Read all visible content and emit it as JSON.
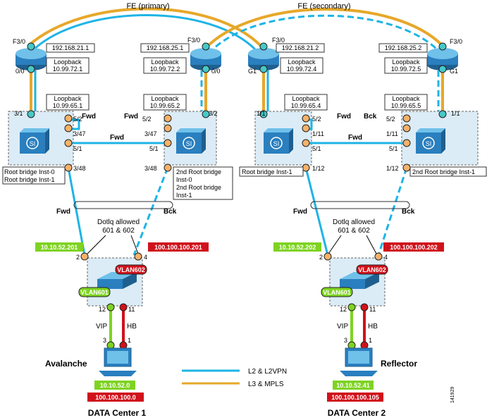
{
  "title_fe_primary": "FE (primary)",
  "title_fe_secondary": "FE (secondary)",
  "colors": {
    "l2": "#1eb4e6",
    "l3": "#e6a82a",
    "green": "#7ed321",
    "red": "#d0121b",
    "port": "#f4b26a",
    "router_teal": "#46c8c8",
    "switch_blue": "#5ab8e0"
  },
  "routers": [
    {
      "ip": "192.168.21.1",
      "lb_label": "Loopback",
      "lb_ip": "10.99.72.1",
      "port_top": "F3/0",
      "port_bottom": "0/0"
    },
    {
      "ip": "192.168.25.1",
      "lb_label": "Loopback",
      "lb_ip": "10.99.72.2",
      "port_top": "F3/0",
      "port_bottom": "0/0"
    },
    {
      "ip": "192.168.21.2",
      "lb_label": "Loopback",
      "lb_ip": "10.99.72.4",
      "port_top": "F3/0",
      "port_bottom": "G1"
    },
    {
      "ip": "192.168.25.2",
      "lb_label": "Loopback",
      "lb_ip": "10.99.72.5",
      "port_top": "F3/0",
      "port_bottom": "G1"
    }
  ],
  "switch_loopbacks": [
    {
      "label": "Loopback",
      "ip": "10.99.65.1"
    },
    {
      "label": "Loopback",
      "ip": "10.99.65.2"
    },
    {
      "label": "Loopback",
      "ip": "10.99.65.4"
    },
    {
      "label": "Loopback",
      "ip": "10.99.65.5"
    }
  ],
  "ports": {
    "s1": {
      "up": "3/1",
      "a": "5/2",
      "b": "3/47",
      "c": "5/1",
      "d": "3/48"
    },
    "s2": {
      "up": "3/2",
      "a": "5/2",
      "b": "3/47",
      "c": "5/1",
      "d": "3/48"
    },
    "s3": {
      "up": "1/1",
      "a": "5/2",
      "b": "1/11",
      "c": "5/1",
      "d": "1/12"
    },
    "s4": {
      "up": "1/1",
      "a": "5/2",
      "b": "1/11",
      "c": "5/1",
      "d": "1/12"
    }
  },
  "states": {
    "fwd": "Fwd",
    "bck": "Bck"
  },
  "root_bridge_dc1_left": [
    "Root bridge Inst-0",
    "Root bridge Inst-1"
  ],
  "root_bridge_dc1_right": [
    "2nd Root bridge",
    "Inst-0",
    "2nd Root bridge",
    "Inst-1"
  ],
  "root_bridge_dc2_left": "Root bridge Inst-1",
  "root_bridge_dc2_right": "2nd Root bridge Inst-1",
  "dotlq": [
    "Dotlq allowed",
    "601 & 602"
  ],
  "access": [
    {
      "ip_green": "10.10.52.201",
      "ip_red": "100.100.100.201",
      "p2": "2",
      "p4": "4",
      "vlan602": "VLAN602",
      "vlan601": "VLAN601",
      "p12": "12",
      "p11": "11",
      "vip": "VIP",
      "hb": "HB",
      "p3": "3",
      "p1": "1",
      "name": "Avalanche",
      "host_green": "10.10.52.0",
      "host_red": "100.100.100.0",
      "dc": "DATA Center 1"
    },
    {
      "ip_green": "10.10.52.202",
      "ip_red": "100.100.100.202",
      "p2": "2",
      "p4": "4",
      "vlan602": "VLAN602",
      "vlan601": "VLAN601",
      "p12": "12",
      "p11": "11",
      "vip": "VIP",
      "hb": "HB",
      "p3": "3",
      "p1": "1",
      "name": "Reflector",
      "host_green": "10.10.52.41",
      "host_red": "100.100.100.105",
      "dc": "DATA Center 2"
    }
  ],
  "legend": {
    "l2": "L2 & L2VPN",
    "l3": "L3 & MPLS"
  },
  "figure_id": "141929"
}
